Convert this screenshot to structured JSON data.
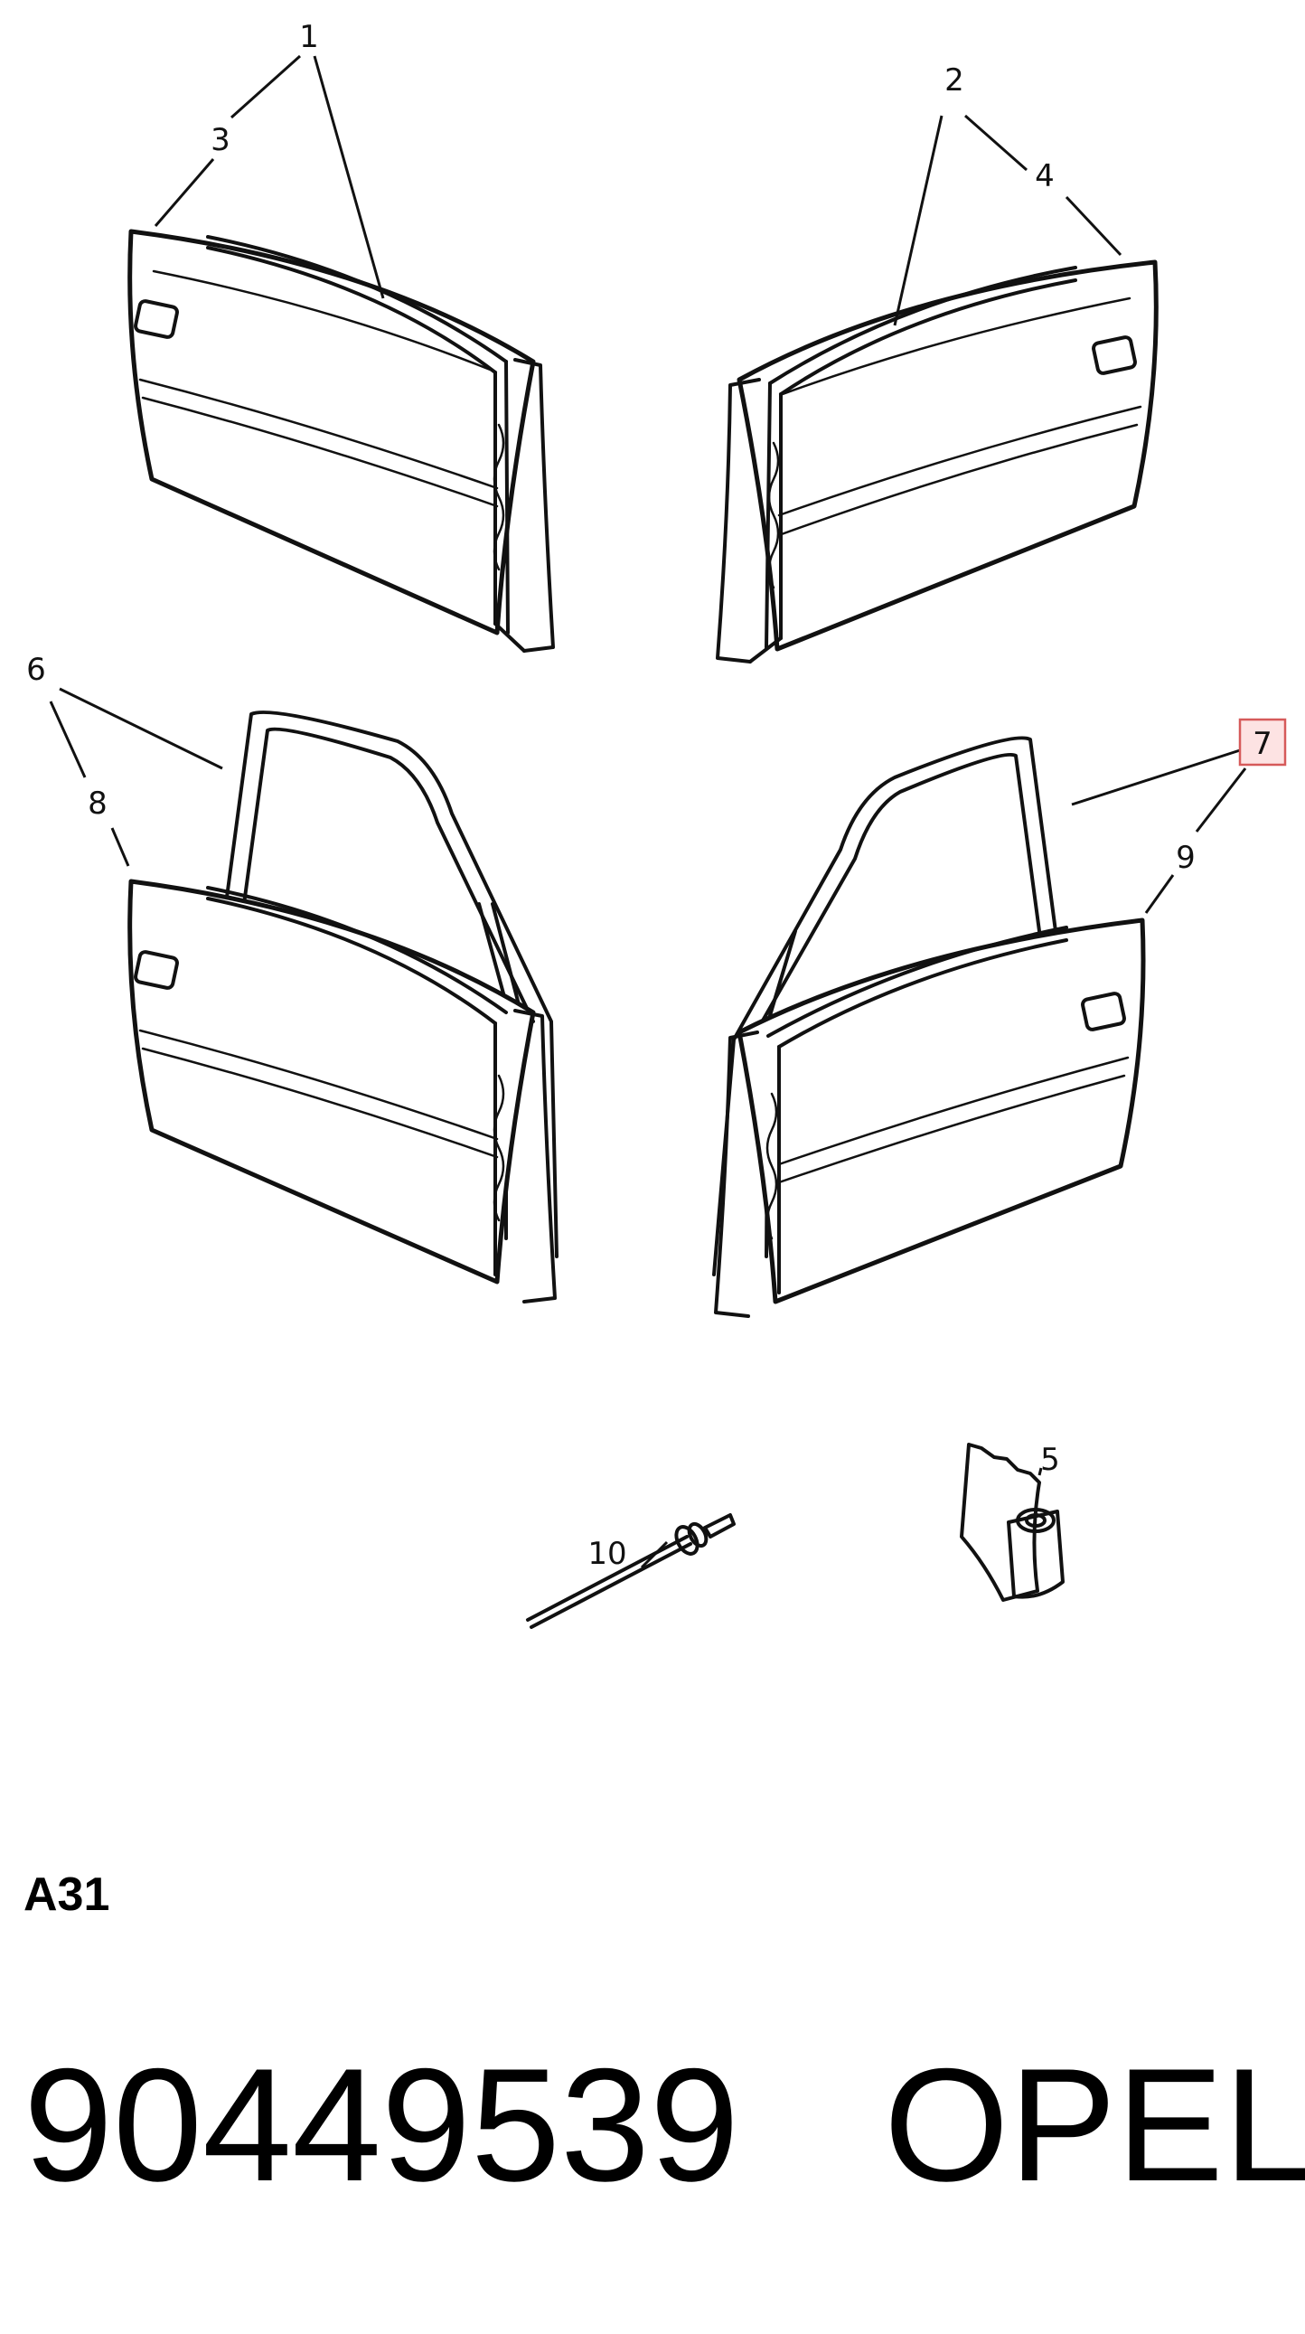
{
  "callouts": [
    {
      "id": "c1",
      "text": "1"
    },
    {
      "id": "c2",
      "text": "2"
    },
    {
      "id": "c3",
      "text": "3"
    },
    {
      "id": "c4",
      "text": "4"
    },
    {
      "id": "c5",
      "text": "5"
    },
    {
      "id": "c6",
      "text": "6"
    },
    {
      "id": "c7",
      "text": "7",
      "highlighted": true
    },
    {
      "id": "c8",
      "text": "8"
    },
    {
      "id": "c9",
      "text": "9"
    },
    {
      "id": "c10",
      "text": "10"
    }
  ],
  "section_code": "A31",
  "part_number": "90449539",
  "brand": "OPEL",
  "colors": {
    "ink": "#111111",
    "highlight_fill": "#fde3e3",
    "highlight_stroke": "#d65a5a"
  }
}
